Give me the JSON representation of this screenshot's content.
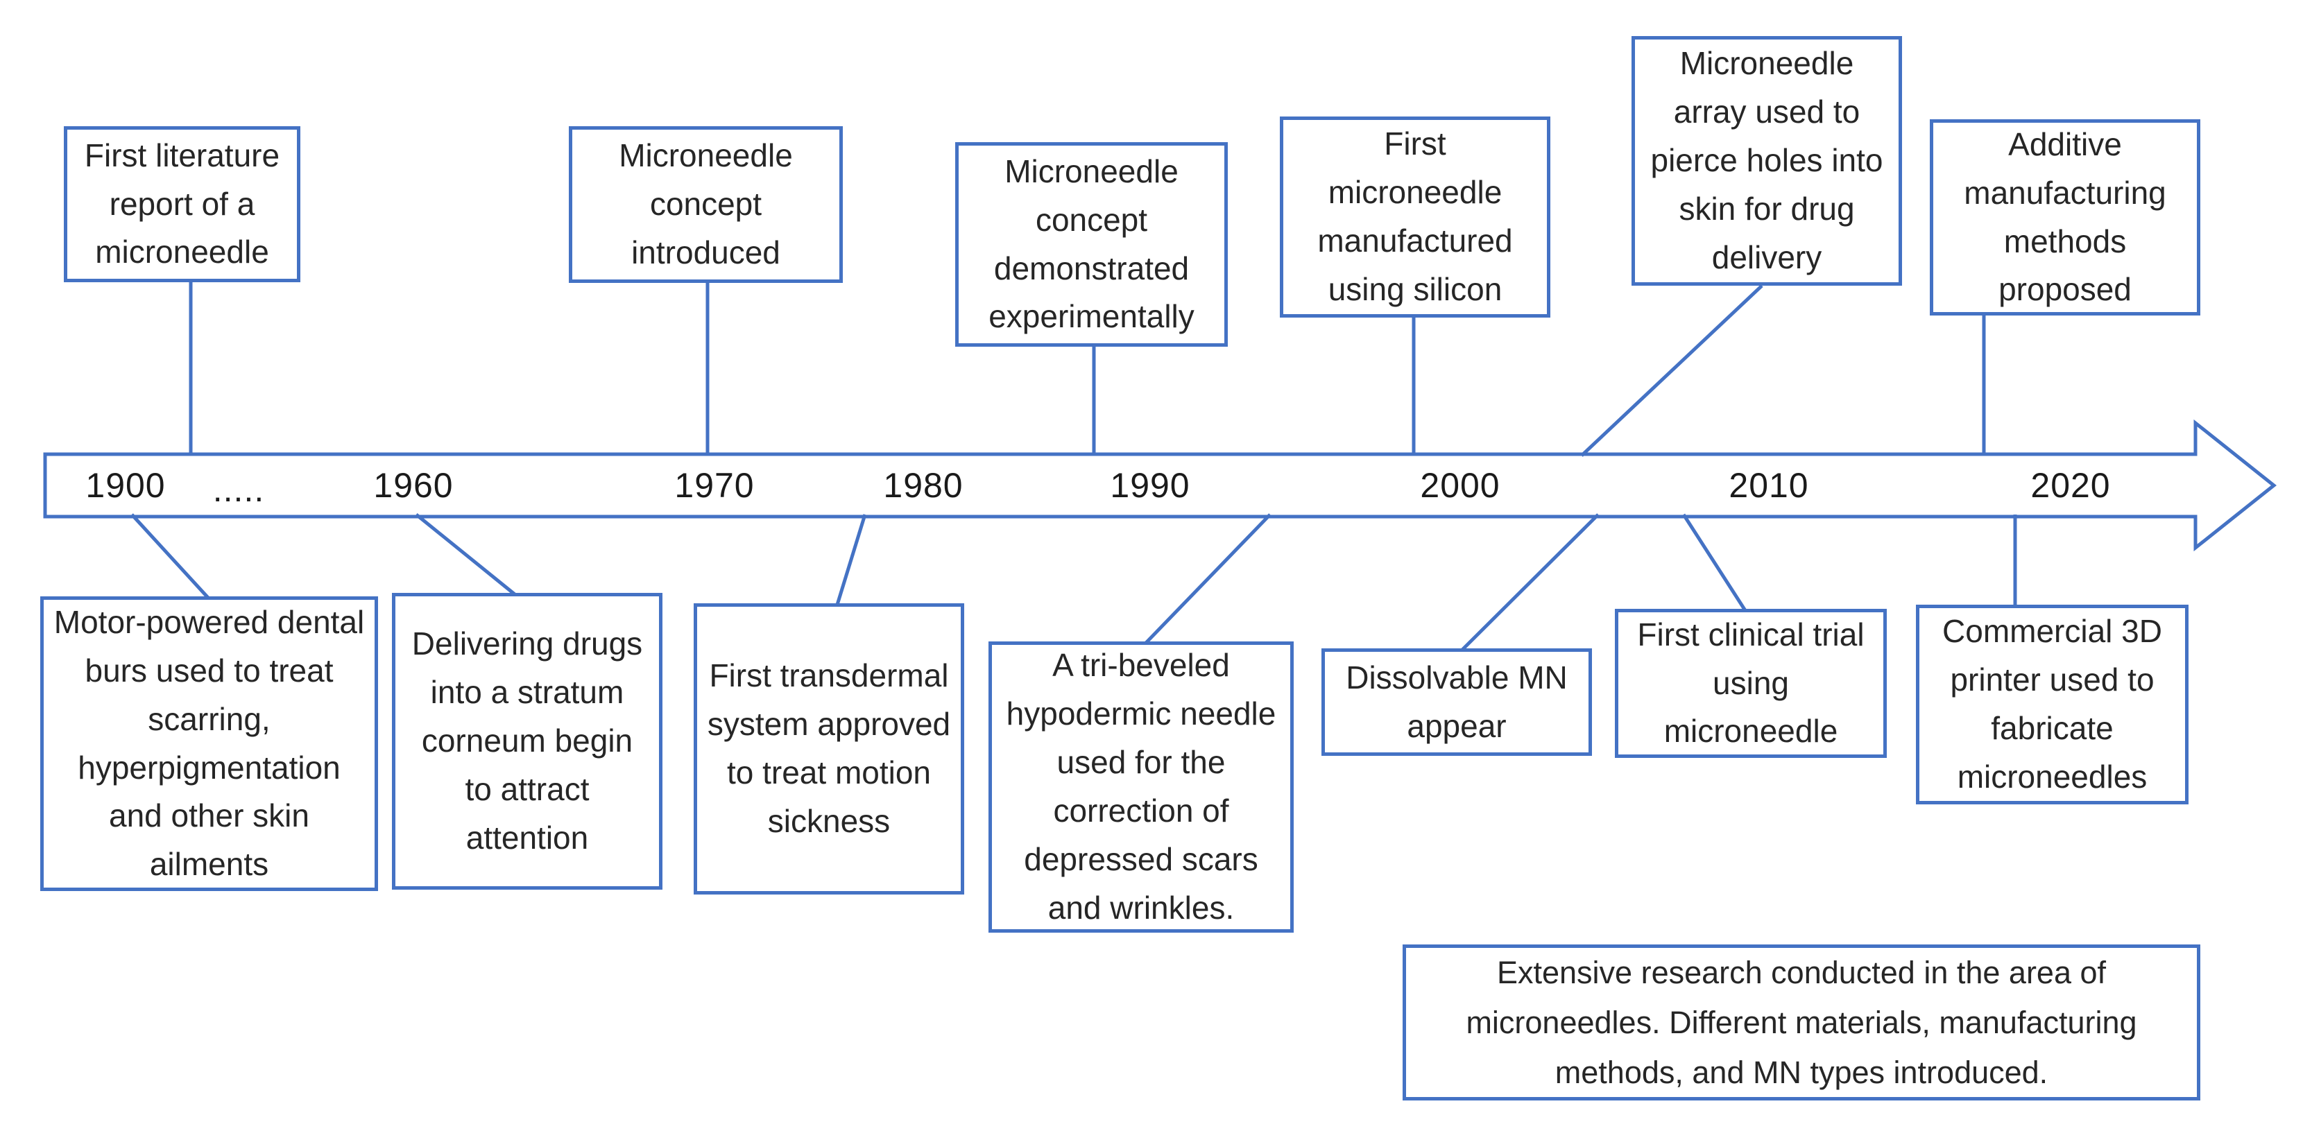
{
  "diagram": {
    "description": "Timeline of microneedle history",
    "colors": {
      "accent": "#4472C4",
      "text": "#262626",
      "background": "#FFFFFF"
    },
    "timeline": {
      "years": [
        "1900",
        ".....",
        "1960",
        "1970",
        "1980",
        "1990",
        "2000",
        "2010",
        "2020"
      ]
    },
    "events_above": [
      {
        "text": "First literature report of a microneedle"
      },
      {
        "text": "Microneedle concept introduced"
      },
      {
        "text": "Microneedle concept demonstrated experimentally"
      },
      {
        "text": "First microneedle manufactured using silicon"
      },
      {
        "text": "Microneedle array used to pierce holes into skin for drug delivery"
      },
      {
        "text": "Additive manufacturing methods proposed"
      }
    ],
    "events_below": [
      {
        "text": "Motor-powered dental burs used to treat scarring, hyperpigmentation and other skin ailments"
      },
      {
        "text": "Delivering drugs into a stratum corneum begin to attract attention"
      },
      {
        "text": "First transdermal system approved to treat motion sickness"
      },
      {
        "text": "A tri-beveled hypodermic needle used for the correction of depressed scars and wrinkles."
      },
      {
        "text": "Dissolvable MN appear"
      },
      {
        "text": "First clinical trial using microneedle"
      },
      {
        "text": "Commercial 3D printer used to fabricate microneedles"
      }
    ],
    "note": {
      "text": "Extensive research conducted in the area of microneedles. Different materials, manufacturing methods, and MN types introduced."
    }
  }
}
